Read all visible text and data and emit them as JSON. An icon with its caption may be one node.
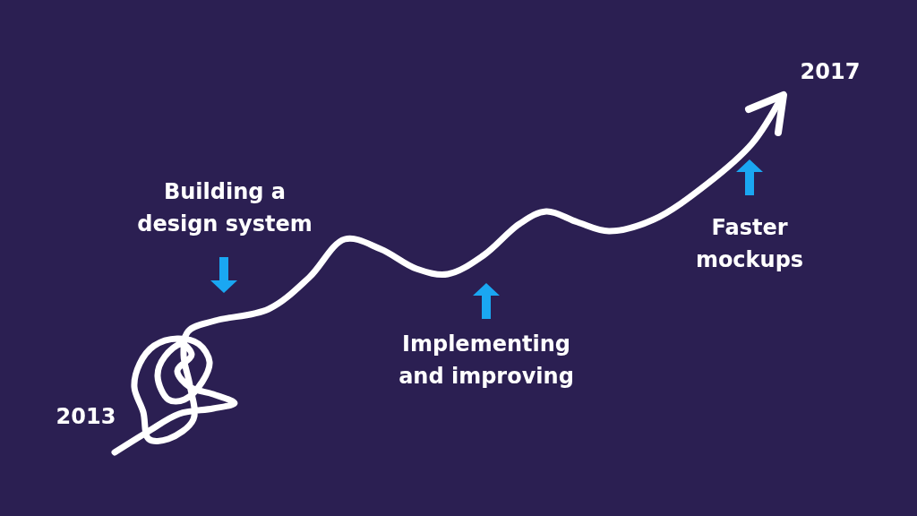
{
  "diagram": {
    "labels": [
      "2017",
      "Building a design system",
      "Faster mockups",
      "Implementing and improving",
      "2013"
    ]
  }
}
